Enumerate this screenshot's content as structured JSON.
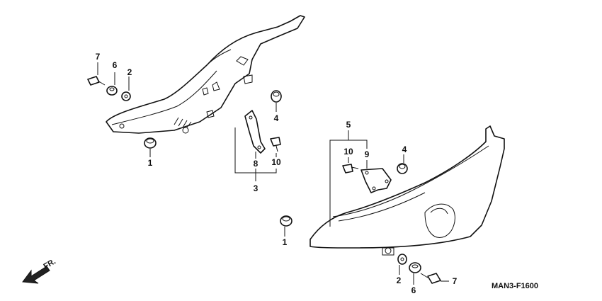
{
  "diagram_code": "MAN3-F1600",
  "direction_label": "FR.",
  "callouts": {
    "left_7": "7",
    "left_6": "6",
    "left_2": "2",
    "left_1": "1",
    "left_4": "4",
    "left_8": "8",
    "left_3": "3",
    "left_10": "10",
    "right_5": "5",
    "right_10": "10",
    "right_9": "9",
    "right_4": "4",
    "right_1": "1",
    "right_2": "2",
    "right_6": "6",
    "right_7": "7"
  }
}
